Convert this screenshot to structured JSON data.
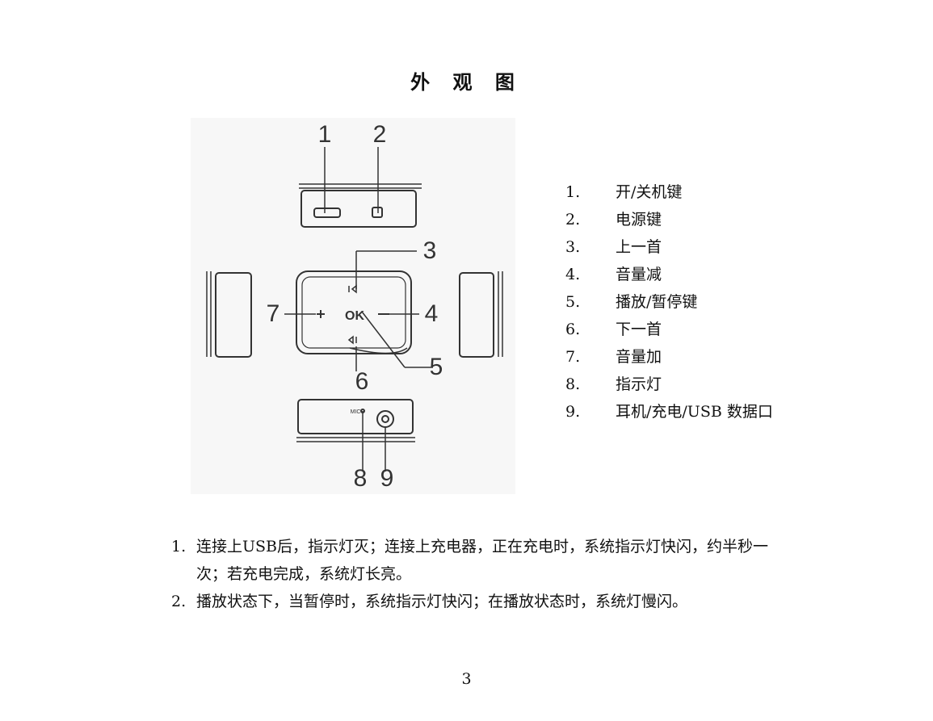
{
  "title": "外 观 图",
  "figure": {
    "callouts": [
      "1",
      "2",
      "3",
      "4",
      "5",
      "6",
      "7",
      "8",
      "9"
    ],
    "ok_label": "OK",
    "mic_label": "MIC"
  },
  "legend": [
    {
      "num": "1.",
      "text": "开/关机键"
    },
    {
      "num": "2.",
      "text": "电源键"
    },
    {
      "num": "3.",
      "text": "上一首"
    },
    {
      "num": "4.",
      "text": "音量减"
    },
    {
      "num": "5.",
      "text": "播放/暂停键"
    },
    {
      "num": "6.",
      "text": "下一首"
    },
    {
      "num": "7.",
      "text": "音量加"
    },
    {
      "num": "8.",
      "text": "指示灯"
    },
    {
      "num": "9.",
      "text": "耳机/充电/USB 数据口"
    }
  ],
  "notes": [
    {
      "num": "1.",
      "text": "连接上USB后，指示灯灭；连接上充电器，正在充电时，系统指示灯快闪，约半秒一次；若充电完成，系统灯长亮。"
    },
    {
      "num": "2.",
      "text": "播放状态下，当暂停时，系统指示灯快闪；在播放状态时，系统灯慢闪。"
    }
  ],
  "page_number": "3"
}
